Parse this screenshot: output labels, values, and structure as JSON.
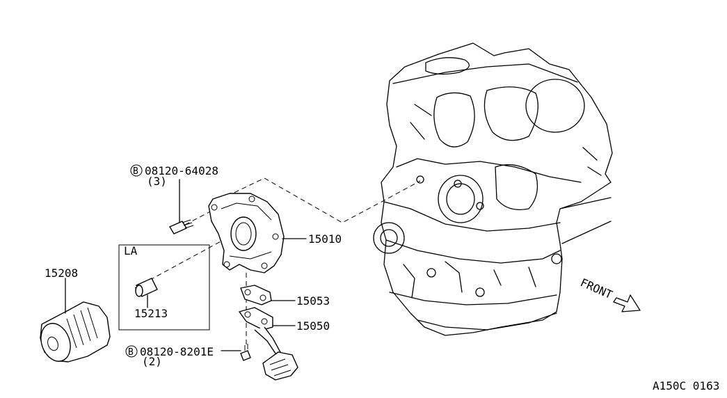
{
  "callouts": {
    "bolt_upper_circle": "B",
    "bolt_upper_code": "08120-64028",
    "bolt_upper_qty": "(3)",
    "bolt_lower_circle": "B",
    "bolt_lower_code": "08120-8201E",
    "bolt_lower_qty": "(2)",
    "oil_pump": "15010",
    "gasket": "15053",
    "strainer": "15050",
    "oil_filter": "15208",
    "connector": "15213"
  },
  "inset": {
    "title": "LA"
  },
  "front_label": "FRONT",
  "diagram_id": "A150C 0163"
}
